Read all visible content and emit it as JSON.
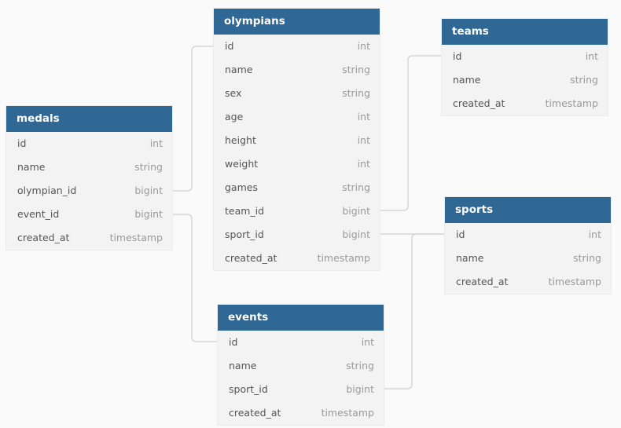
{
  "tables": {
    "medals": {
      "name": "medals",
      "columns": [
        {
          "name": "id",
          "type": "int"
        },
        {
          "name": "name",
          "type": "string"
        },
        {
          "name": "olympian_id",
          "type": "bigint"
        },
        {
          "name": "event_id",
          "type": "bigint"
        },
        {
          "name": "created_at",
          "type": "timestamp"
        }
      ]
    },
    "olympians": {
      "name": "olympians",
      "columns": [
        {
          "name": "id",
          "type": "int"
        },
        {
          "name": "name",
          "type": "string"
        },
        {
          "name": "sex",
          "type": "string"
        },
        {
          "name": "age",
          "type": "int"
        },
        {
          "name": "height",
          "type": "int"
        },
        {
          "name": "weight",
          "type": "int"
        },
        {
          "name": "games",
          "type": "string"
        },
        {
          "name": "team_id",
          "type": "bigint"
        },
        {
          "name": "sport_id",
          "type": "bigint"
        },
        {
          "name": "created_at",
          "type": "timestamp"
        }
      ]
    },
    "teams": {
      "name": "teams",
      "columns": [
        {
          "name": "id",
          "type": "int"
        },
        {
          "name": "name",
          "type": "string"
        },
        {
          "name": "created_at",
          "type": "timestamp"
        }
      ]
    },
    "sports": {
      "name": "sports",
      "columns": [
        {
          "name": "id",
          "type": "int"
        },
        {
          "name": "name",
          "type": "string"
        },
        {
          "name": "created_at",
          "type": "timestamp"
        }
      ]
    },
    "events": {
      "name": "events",
      "columns": [
        {
          "name": "id",
          "type": "int"
        },
        {
          "name": "name",
          "type": "string"
        },
        {
          "name": "sport_id",
          "type": "bigint"
        },
        {
          "name": "created_at",
          "type": "timestamp"
        }
      ]
    }
  },
  "relationships": [
    {
      "from": "medals.olympian_id",
      "to": "olympians.id"
    },
    {
      "from": "medals.event_id",
      "to": "events.id"
    },
    {
      "from": "olympians.team_id",
      "to": "teams.id"
    },
    {
      "from": "olympians.sport_id",
      "to": "sports.id"
    },
    {
      "from": "events.sport_id",
      "to": "sports.id"
    }
  ],
  "colors": {
    "header_bg": "#2f6795",
    "header_text": "#ffffff",
    "body_bg": "#f3f3f3",
    "canvas_bg": "#fafafa",
    "column_name": "#555555",
    "column_type": "#9a9a9a",
    "connector": "#cfcfcf"
  }
}
